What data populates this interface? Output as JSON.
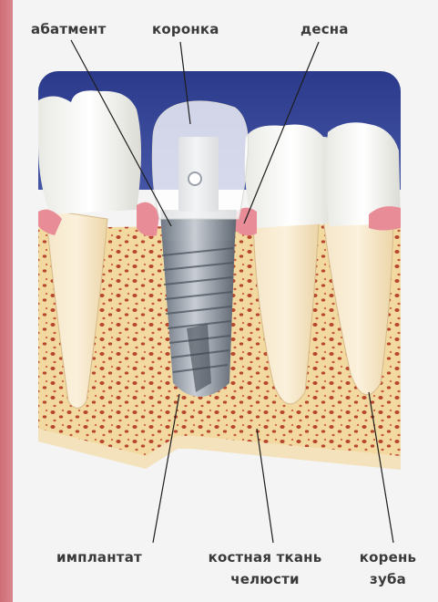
{
  "labels": {
    "abutment": "абатмент",
    "crown": "коронка",
    "gum": "десна",
    "implant": "имплантат",
    "bone_line1": "костная ткань",
    "bone_line2": "челюсти",
    "root_line1": "корень",
    "root_line2": "зуба"
  },
  "colors": {
    "background": "#f4f4f4",
    "accent_left": "#cf6c75",
    "sky": "#2f3d8e",
    "bone": "#f2d9a0",
    "bone_pores": "#b8452e",
    "gum": "#e88d97",
    "tooth": "#f6f6f2",
    "metal": "#8f98a3"
  },
  "icons": [
    "tooth-icon",
    "implant-screw-icon"
  ]
}
